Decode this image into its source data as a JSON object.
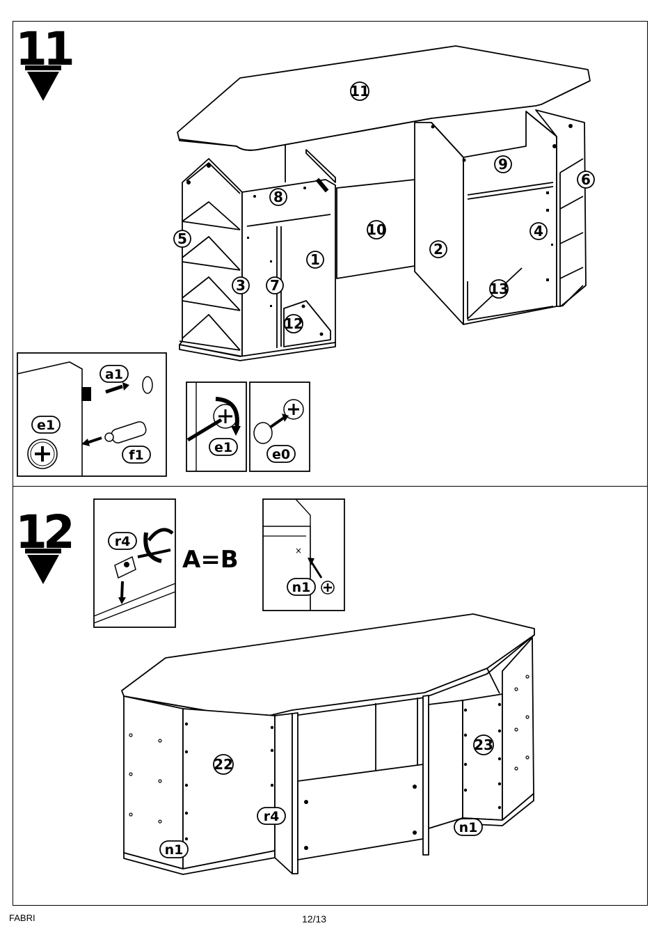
{
  "steps": [
    {
      "number": "11"
    },
    {
      "number": "12"
    }
  ],
  "parts_step11": [
    "11",
    "8",
    "9",
    "6",
    "5",
    "10",
    "1",
    "2",
    "4",
    "3",
    "7",
    "12",
    "13"
  ],
  "hardware_step11": {
    "a1": "a1",
    "e1": "e1",
    "f1": "f1",
    "e1b": "e1",
    "e0": "e0"
  },
  "step12": {
    "equation": "A=B",
    "labels": {
      "r4_top": "r4",
      "n1_top": "n1",
      "p22": "22",
      "p23": "23",
      "r4": "r4",
      "n1_left": "n1",
      "n1_right": "n1"
    }
  },
  "footer": {
    "brand": "FABRI",
    "page": "12/13"
  }
}
